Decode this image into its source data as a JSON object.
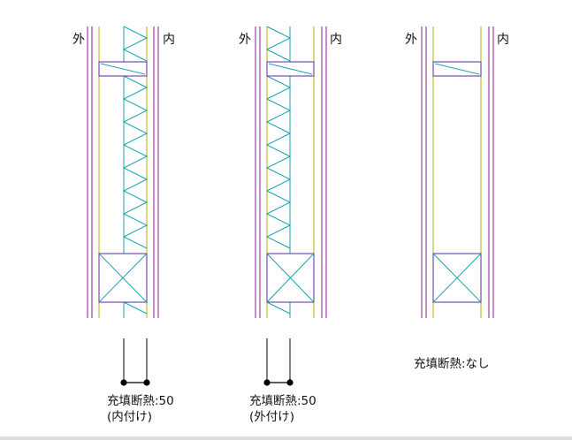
{
  "panels": [
    {
      "outside_label": "外",
      "inside_label": "内",
      "caption_line1": "充填断熱:50",
      "caption_line2": "(内付け)",
      "insulation": "inner"
    },
    {
      "outside_label": "外",
      "inside_label": "内",
      "caption_line1": "充填断熱:50",
      "caption_line2": "(外付け)",
      "insulation": "outer"
    },
    {
      "outside_label": "外",
      "inside_label": "内",
      "caption_line1": "充填断熱:なし",
      "caption_line2": "",
      "insulation": "none"
    }
  ],
  "colors": {
    "wall_line": "#8b1a8b",
    "stud_line": "#b3b300",
    "insulation": "#1aa3b3",
    "member": "#5a2a9a",
    "dimension": "#000000"
  }
}
